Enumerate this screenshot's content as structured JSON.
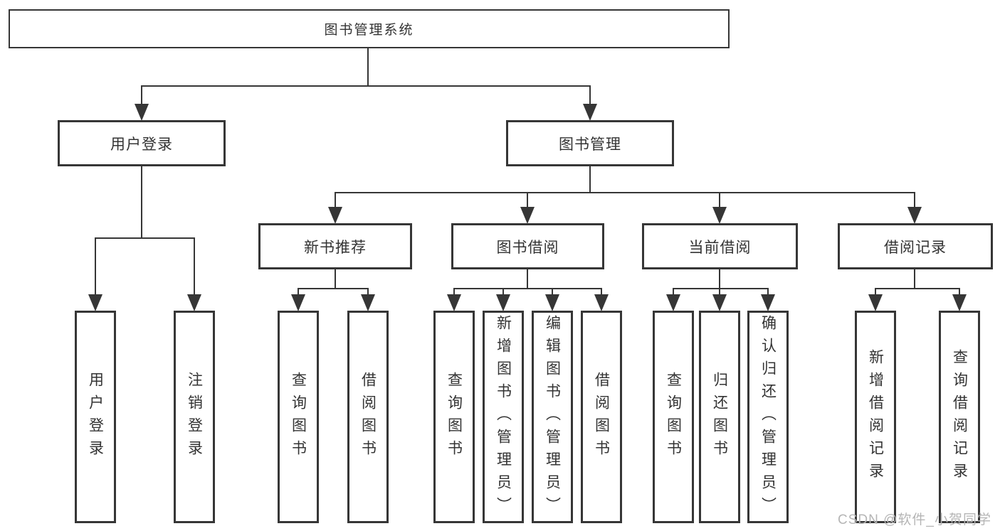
{
  "nodes": {
    "root": "图书管理系统",
    "user_login": "用户登录",
    "book_management": "图书管理",
    "new_book_recommend": "新书推荐",
    "book_borrow": "图书借阅",
    "current_borrow": "当前借阅",
    "borrow_records": "借阅记录",
    "leaf_user_login": "用户登录",
    "leaf_logout": "注销登录",
    "nbr_query_books": "查询图书",
    "nbr_borrow_books": "借阅图书",
    "bb_query_books": "查询图书",
    "bb_add_books": "新增图书（管理员）",
    "bb_edit_books": "编辑图书（管理员）",
    "bb_borrow_books": "借阅图书",
    "cb_query_books": "查询图书",
    "cb_return_books": "归还图书",
    "cb_confirm_return": "确认归还（管理员）",
    "br_add_record": "新增借阅记录",
    "br_query_record": "查询借阅记录"
  },
  "watermark": {
    "text": "CSDN @软件_小贺同学"
  },
  "colors": {
    "line": "#363636",
    "text": "#333333",
    "background": "#ffffff",
    "box_background": "#ffffff",
    "watermark": "#b5b5b5"
  }
}
